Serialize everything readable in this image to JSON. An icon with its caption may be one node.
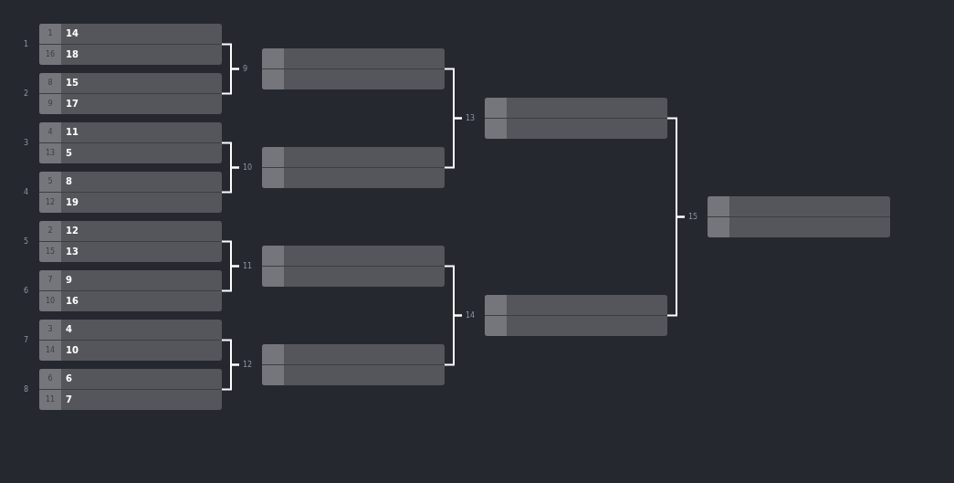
{
  "diagram": {
    "nodes": [
      {
        "text": [
          "1",
          "14",
          "16",
          "18"
        ],
        "beside": [
          "1"
        ]
      },
      {
        "text": [
          "8",
          "15",
          "9",
          "17"
        ],
        "beside": [
          "2"
        ]
      },
      {
        "text": [
          "4",
          "11",
          "13",
          "5"
        ],
        "beside": [
          "3"
        ]
      },
      {
        "text": [
          "5",
          "8",
          "12",
          "19"
        ],
        "beside": [
          "4"
        ]
      },
      {
        "text": [
          "2",
          "12",
          "15",
          "13"
        ],
        "beside": [
          "5"
        ]
      },
      {
        "text": [
          "7",
          "9",
          "10",
          "16"
        ],
        "beside": [
          "6"
        ]
      },
      {
        "text": [
          "3",
          "4",
          "14",
          "10"
        ],
        "beside": [
          "7"
        ]
      },
      {
        "text": [
          "6",
          "6",
          "11",
          "7"
        ],
        "beside": [
          "8"
        ]
      },
      {
        "text": [],
        "shape": "box",
        "beside": [
          "9"
        ]
      },
      {
        "text": [],
        "shape": "box",
        "beside": [
          "10"
        ]
      },
      {
        "text": [],
        "shape": "box",
        "beside": [
          "11"
        ]
      },
      {
        "text": [],
        "shape": "box",
        "beside": [
          "12"
        ]
      },
      {
        "text": [],
        "shape": "box",
        "beside": [
          "13"
        ]
      },
      {
        "text": [],
        "shape": "box",
        "beside": [
          "14"
        ]
      },
      {
        "text": [],
        "shape": "box",
        "beside": [
          "15"
        ]
      }
    ],
    "edges": [
      {
        "from": 0,
        "to": 8,
        "arrow": "none"
      },
      {
        "from": 1,
        "to": 8,
        "arrow": "none"
      },
      {
        "from": 2,
        "to": 9,
        "arrow": "none"
      },
      {
        "from": 3,
        "to": 9,
        "arrow": "none"
      },
      {
        "from": 4,
        "to": 10,
        "arrow": "none"
      },
      {
        "from": 5,
        "to": 10,
        "arrow": "none"
      },
      {
        "from": 6,
        "to": 11,
        "arrow": "none"
      },
      {
        "from": 7,
        "to": 11,
        "arrow": "none"
      },
      {
        "from": 8,
        "to": 12,
        "arrow": "none"
      },
      {
        "from": 9,
        "to": 12,
        "arrow": "none"
      },
      {
        "from": 10,
        "to": 13,
        "arrow": "none"
      },
      {
        "from": 11,
        "to": 13,
        "arrow": "none"
      },
      {
        "from": 12,
        "to": 14,
        "arrow": "none"
      },
      {
        "from": 13,
        "to": 14,
        "arrow": "none"
      }
    ]
  }
}
